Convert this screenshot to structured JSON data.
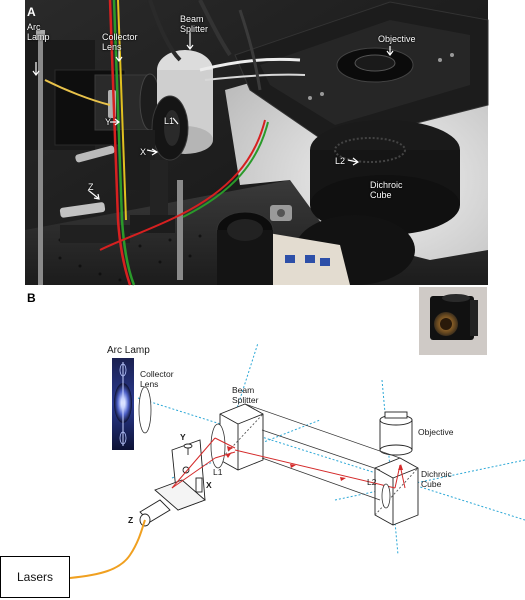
{
  "panel_a": {
    "label": "A",
    "labels": {
      "arc_lamp": "Arc\nLamp",
      "collector_lens": "Collector\nLens",
      "beam_splitter": "Beam\nSplitter",
      "objective": "Objective",
      "l1": "L1",
      "y": "Y",
      "x": "X",
      "z": "Z",
      "l2": "L2",
      "dichroic_cube": "Dichroic\nCube"
    }
  },
  "panel_b": {
    "label": "B",
    "labels": {
      "arc_lamp": "Arc Lamp",
      "collector_lens": "Collector\nLens",
      "beam_splitter": "Beam\nSplitter",
      "objective": "Objective",
      "y": "Y",
      "x": "X",
      "z": "Z",
      "l1": "L1",
      "l2": "L2",
      "dichroic_cube": "Dichroic\nCube",
      "lasers": "Lasers"
    }
  },
  "colors": {
    "beam_cyan": "#2aa7d6",
    "laser_red": "#d42a2a",
    "fiber_orange": "#f0a020",
    "arc_glow": "#8fa6ff"
  }
}
